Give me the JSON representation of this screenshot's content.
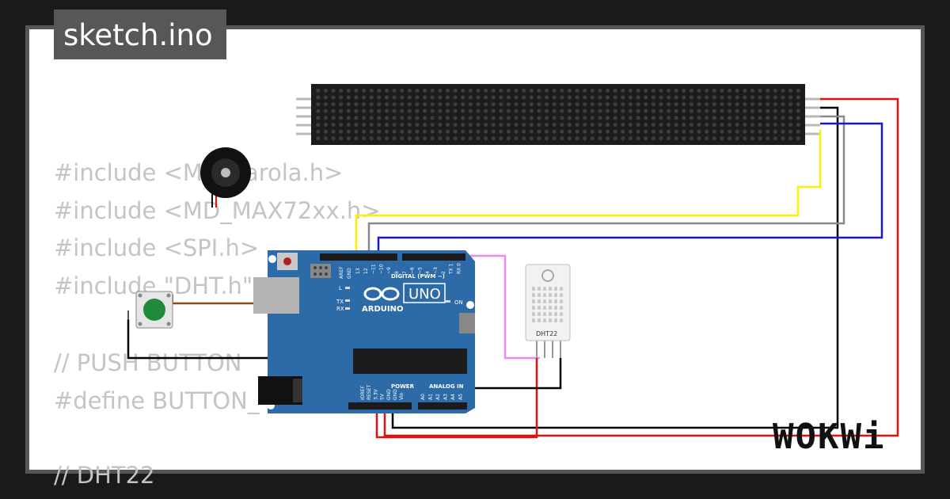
{
  "file_tab": {
    "title": "sketch.ino"
  },
  "code_lines": [
    "#include <MD_Parola.h>",
    "#include <MD_MAX72xx.h>",
    "#include <SPI.h>",
    "#include \"DHT.h\"",
    "",
    "// PUSH BUTTON",
    "#define BUTTON_",
    "",
    "// DHT22"
  ],
  "arduino": {
    "model": "UNO",
    "brand": "ARDUINO",
    "digital_label": "DIGITAL (PWM ~)",
    "power_label": "POWER",
    "analog_label": "ANALOG IN",
    "on_label": "ON",
    "l_label": "L",
    "tx_label": "TX",
    "rx_label": "RX",
    "aref_label": "AREF",
    "gnd_label": "GND",
    "digital_pins": [
      "13",
      "12",
      "~11",
      "~10",
      "~9",
      "8",
      "7",
      "~6",
      "~5",
      "4",
      "~3",
      "2",
      "TX 1",
      "RX 0"
    ],
    "power_pins": [
      "IOREF",
      "RESET",
      "3.3V",
      "5V",
      "GND",
      "GND",
      "Vin"
    ],
    "analog_pins": [
      "A0",
      "A1",
      "A2",
      "A3",
      "A4",
      "A5"
    ]
  },
  "sensor": {
    "label": "DHT22"
  },
  "brand": {
    "logo_text": "WOKWi"
  },
  "colors": {
    "wire_yellow": "#ffee00",
    "wire_gray": "#8a8a8a",
    "wire_blue": "#1a1acc",
    "wire_red": "#e01010",
    "wire_black": "#000000",
    "wire_pink": "#ee88ee",
    "wire_brown": "#8b4a1a",
    "board_blue": "#2d6aa8",
    "button_green": "#1f8a3a",
    "matrix_bg": "#1c1c1c"
  }
}
